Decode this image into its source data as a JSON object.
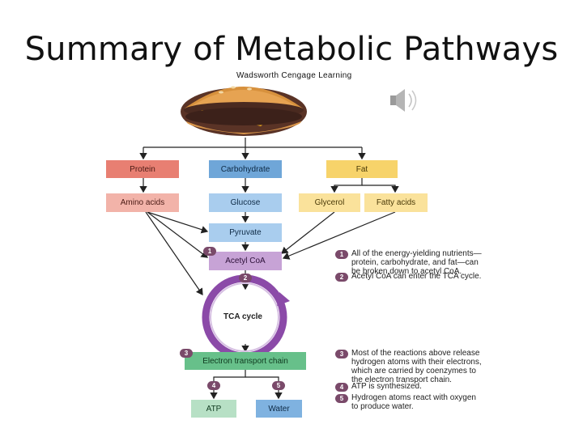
{
  "slide": {
    "title": "Summary of Metabolic Pathways",
    "credit": "Wadsworth  Cengage  Learning"
  },
  "nutrients": {
    "protein": "Protein",
    "carbohydrate": "Carbohydrate",
    "fat": "Fat"
  },
  "products": {
    "amino_acids": "Amino acids",
    "glucose": "Glucose",
    "glycerol": "Glycerol",
    "fatty_acids": "Fatty acids",
    "pyruvate": "Pyruvate",
    "acetyl_coa": "Acetyl CoA",
    "tca": "TCA cycle",
    "etc": "Electron transport chain",
    "atp": "ATP",
    "water": "Water"
  },
  "steps": [
    "1",
    "2",
    "3",
    "4",
    "5"
  ],
  "notes": {
    "n1": [
      "All of the energy-yielding nutrients—",
      "protein, carbohydrate, and fat—can",
      "be broken down to acetyl CoA."
    ],
    "n2": [
      "Acetyl CoA can enter the TCA cycle."
    ],
    "n3": [
      "Most of the reactions above release",
      "hydrogen atoms with their electrons,",
      "which are carried by coenzymes to",
      "the electron transport chain."
    ],
    "n4": [
      "ATP is synthesized."
    ],
    "n5": [
      "Hydrogen atoms react with oxygen",
      "to produce water."
    ]
  },
  "colors": {
    "protein": "#e87f72",
    "protein_light": "#f2b3a9",
    "carb": "#6fa6d8",
    "carb_light": "#a9cdee",
    "fat": "#f7d36a",
    "fat_light": "#fae29b",
    "acetyl": "#c7a3d6",
    "tca": "#8b4aa8",
    "etc": "#67c08a",
    "atp": "#b7e0c5",
    "water": "#7fb2e0",
    "badge": "#7a4a6a"
  },
  "icons": [
    "hamburger-image",
    "speaker-icon"
  ]
}
